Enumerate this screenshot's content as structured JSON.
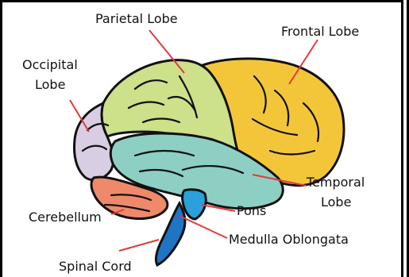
{
  "labels": {
    "parietal": "Parietal Lobe",
    "frontal": "Frontal Lobe",
    "occipital_line1": "Occipital",
    "occipital_line2": "Lobe",
    "temporal_line1": "Temporal",
    "temporal_line2": "Lobe",
    "cerebellum": "Cerebellum",
    "pons": "Pons",
    "medulla": "Medulla Oblongata",
    "spinal": "Spinal Cord"
  },
  "colors": {
    "parietal": "#cde08a",
    "frontal": "#f3c63a",
    "occipital": "#d9cde4",
    "temporal": "#8ecfc3",
    "cerebellum": "#ee8a6a",
    "pons": "#2aa0dd",
    "spinal": "#1f74c4",
    "pointer": "#e33a3a",
    "outline": "#111111"
  }
}
